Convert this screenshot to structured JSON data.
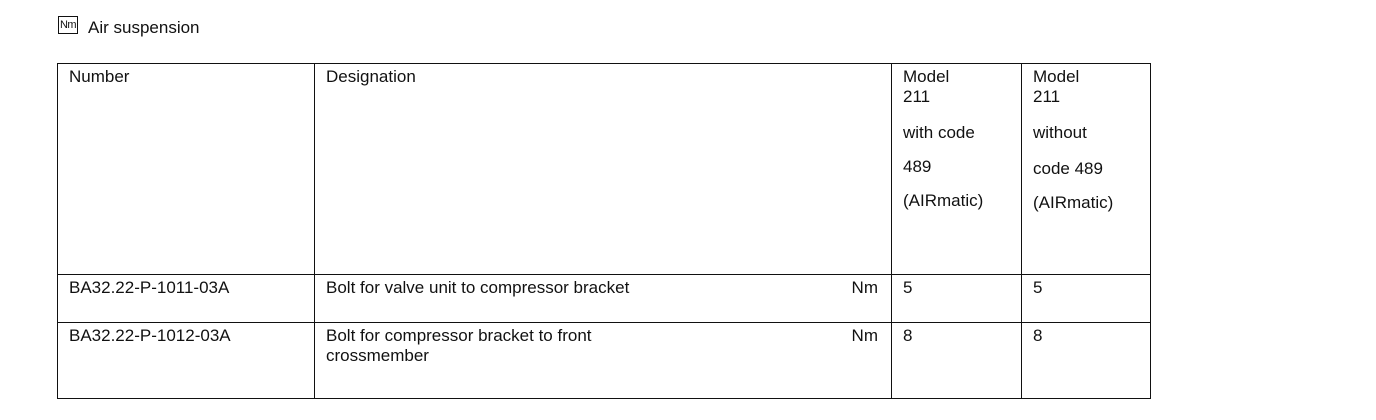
{
  "header": {
    "icon": "Nm",
    "title": "Air suspension"
  },
  "table": {
    "columns": {
      "number": "Number",
      "designation": "Designation",
      "model1": {
        "line1": "Model",
        "line2": "211",
        "line3": "with code",
        "line4": "489",
        "line5": "(AIRmatic)"
      },
      "model2": {
        "line1": "Model",
        "line2": "211",
        "line3": "without",
        "line4": "code 489",
        "line5": "(AIRmatic)"
      }
    },
    "rows": [
      {
        "number": "BA32.22-P-1011-03A",
        "designation": "Bolt for valve unit to compressor bracket",
        "unit": "Nm",
        "model1": "5",
        "model2": "5"
      },
      {
        "number": "BA32.22-P-1012-03A",
        "designation": "Bolt for compressor bracket to front crossmember",
        "unit": "Nm",
        "model1": "8",
        "model2": "8"
      }
    ]
  }
}
